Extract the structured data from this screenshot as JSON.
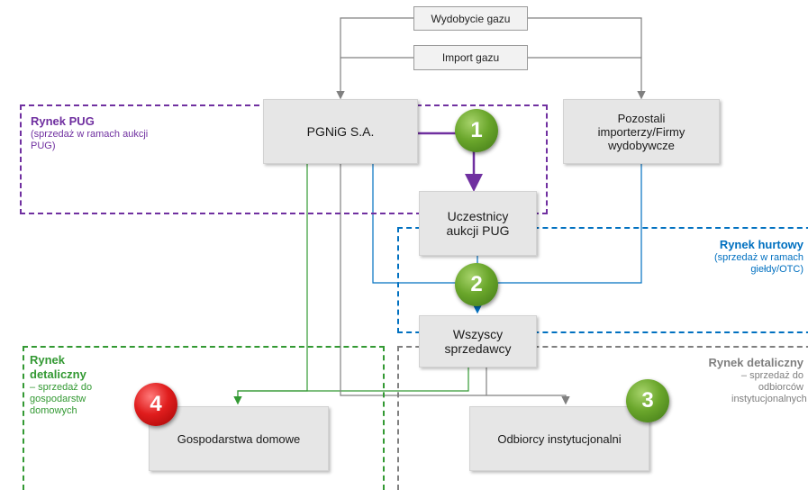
{
  "sources": {
    "production": "Wydobycie gazu",
    "import": "Import gazu"
  },
  "nodes": {
    "pgnig": "PGNiG S.A.",
    "others": "Pozostali importerzy/Firmy wydobywcze",
    "pug_participants": "Uczestnicy aukcji PUG",
    "all_sellers": "Wszyscy sprzedawcy",
    "households": "Gospodarstwa domowe",
    "institutional": "Odbiorcy instytucjonalni"
  },
  "zones": {
    "pug": {
      "title": "Rynek PUG",
      "desc": "(sprzedaż w ramach aukcji PUG)",
      "color": "#7030a0"
    },
    "wholesale": {
      "title": "Rynek hurtowy",
      "desc": "(sprzedaż w ramach giełdy/OTC)",
      "color": "#0070c0"
    },
    "retail_households": {
      "title": "Rynek detaliczny",
      "desc": "– sprzedaż do gospodarstw domowych",
      "color": "#339933"
    },
    "retail_institutional": {
      "title": "Rynek detaliczny",
      "desc": "– sprzedaż do odbiorców instytucjonalnych",
      "color": "#7f7f7f"
    }
  },
  "badges": [
    "1",
    "2",
    "3",
    "4"
  ],
  "colors": {
    "gray_line": "#808080",
    "purple": "#7030a0",
    "blue": "#0070c0",
    "green": "#339933"
  }
}
